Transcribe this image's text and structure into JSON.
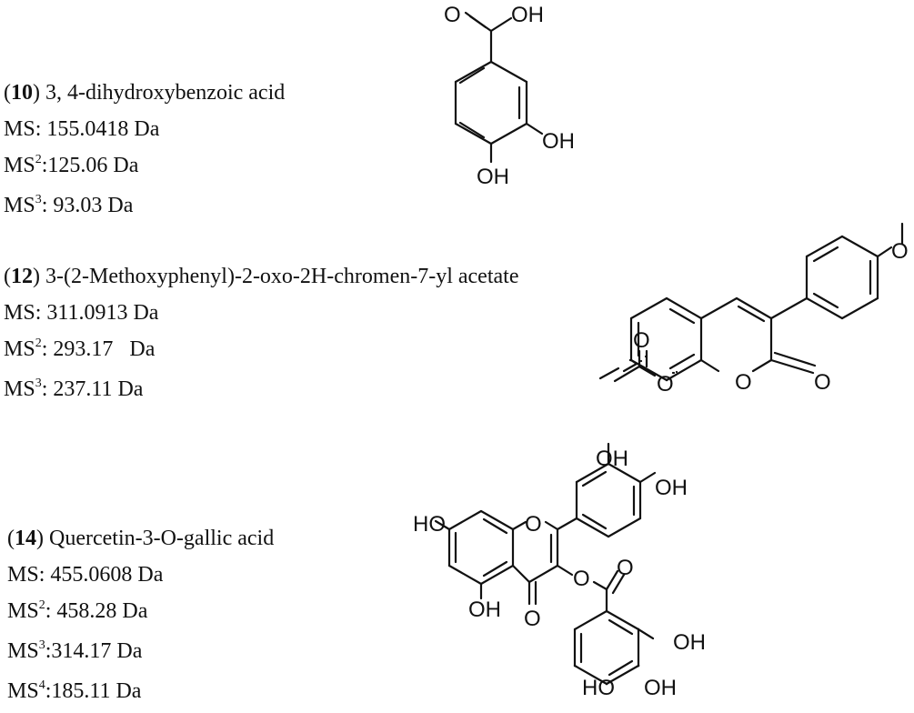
{
  "compounds": [
    {
      "number": "10",
      "name": "3, 4-dihydroxybenzoic acid",
      "ms": [
        {
          "label": "MS",
          "sup": "",
          "value": ": 155.0418 Da"
        },
        {
          "label": "MS",
          "sup": "2",
          "value": ":125.06 Da"
        },
        {
          "label": "MS",
          "sup": "3",
          "value": ": 93.03 Da"
        }
      ],
      "atom_labels": [
        "O",
        "OH",
        "OH",
        "OH"
      ]
    },
    {
      "number": "12",
      "name": "3-(2-Methoxyphenyl)-2-oxo-2H-chromen-7-yl acetate",
      "ms": [
        {
          "label": "MS",
          "sup": "",
          "value": ": 311.0913 Da"
        },
        {
          "label": "MS",
          "sup": "2",
          "value": ": 293.17   Da"
        },
        {
          "label": "MS",
          "sup": "3",
          "value": ": 237.11 Da"
        }
      ],
      "atom_labels": [
        "O",
        "O",
        "O",
        "O",
        "O"
      ]
    },
    {
      "number": "14",
      "name": "Quercetin-3-O-gallic acid",
      "ms": [
        {
          "label": "MS",
          "sup": "",
          "value": ": 455.0608 Da"
        },
        {
          "label": "MS",
          "sup": "2",
          "value": ": 458.28 Da"
        },
        {
          "label": "MS",
          "sup": "3",
          "value": ":314.17 Da"
        },
        {
          "label": "MS",
          "sup": "4",
          "value": ":185.11 Da"
        }
      ],
      "atom_labels": [
        "OH",
        "OH",
        "HO",
        "O",
        "OH",
        "O",
        "O",
        "O",
        "OH",
        "HO",
        "OH"
      ]
    }
  ]
}
